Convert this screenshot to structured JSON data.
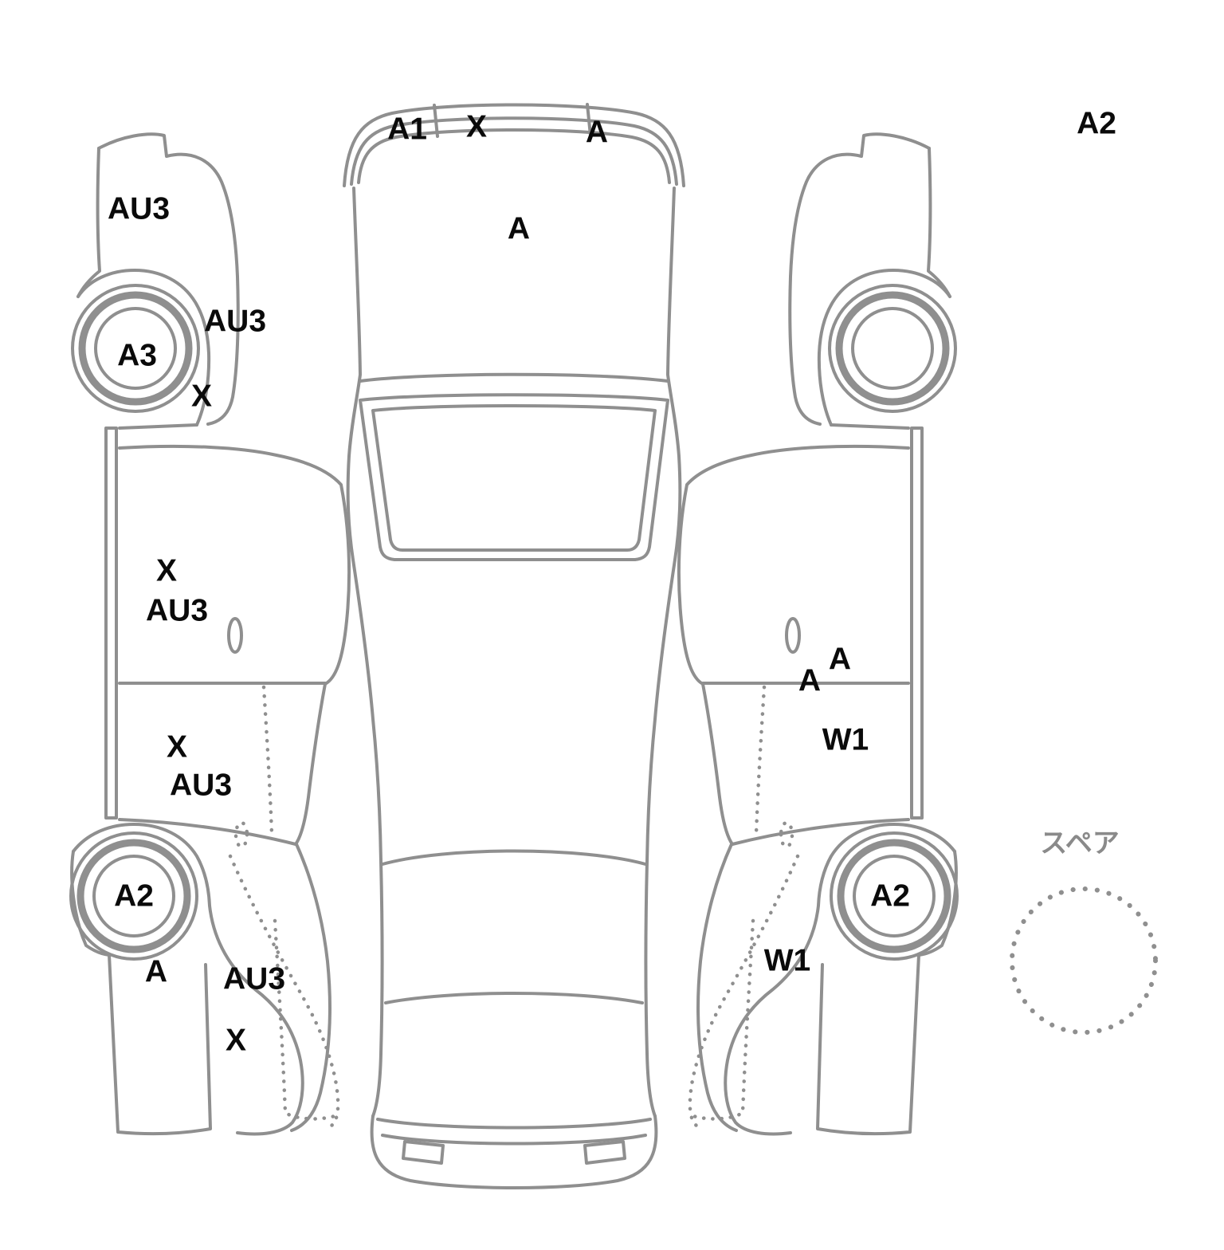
{
  "colors": {
    "background": "#ffffff",
    "line": "#8f8f8f",
    "label_text": "#0a0a0a",
    "diagram_text": "#8a8a8a"
  },
  "damage_labels": [
    {
      "area": "front-panel-left",
      "text": "A1"
    },
    {
      "area": "front-panel-center",
      "text": "X"
    },
    {
      "area": "front-panel-right",
      "text": "A"
    },
    {
      "area": "hood-center",
      "text": "A"
    },
    {
      "area": "left-front-fender-upper",
      "text": "AU3"
    },
    {
      "area": "left-front-fender-lower",
      "text": "AU3"
    },
    {
      "area": "left-front-wheel",
      "text": "A3"
    },
    {
      "area": "left-front-wheel-rear",
      "text": "X"
    },
    {
      "area": "left-front-door-upper",
      "text": "X"
    },
    {
      "area": "left-front-door-lower",
      "text": "AU3"
    },
    {
      "area": "left-rear-door-upper",
      "text": "X"
    },
    {
      "area": "left-rear-door-lower",
      "text": "AU3"
    },
    {
      "area": "left-rear-wheel",
      "text": "A2"
    },
    {
      "area": "left-rear-quarter-front",
      "text": "A"
    },
    {
      "area": "left-rear-quarter",
      "text": "AU3"
    },
    {
      "area": "left-rear-quarter-lower",
      "text": "X"
    },
    {
      "area": "right-rear-door-upper",
      "text": "A"
    },
    {
      "area": "right-rear-door",
      "text": "A"
    },
    {
      "area": "right-rear-door-lower",
      "text": "W1"
    },
    {
      "area": "right-rear-wheel",
      "text": "A2"
    },
    {
      "area": "right-rear-quarter",
      "text": "W1"
    },
    {
      "area": "sheet-corner-note",
      "text": "A2"
    }
  ],
  "spare": {
    "label": "スペア"
  }
}
